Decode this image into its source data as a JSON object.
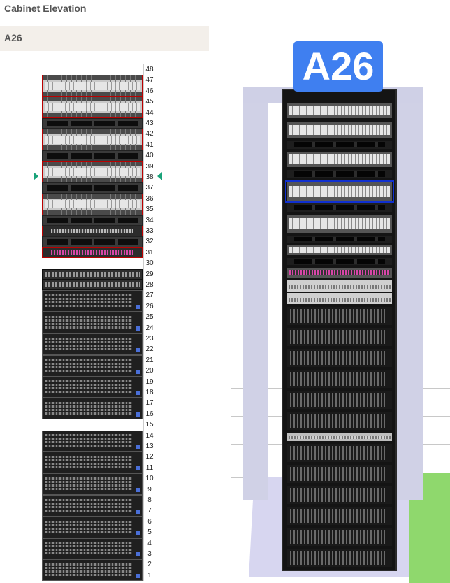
{
  "header": {
    "title": "Cabinet Elevation"
  },
  "cabinet": {
    "name": "A26"
  },
  "colors": {
    "marker": "#1aa37a",
    "selection_outline": "#1030d0",
    "badge": "#3f7ff0",
    "device_red_border": "#bb0000"
  },
  "rack_units": [
    "48",
    "47",
    "46",
    "45",
    "44",
    "43",
    "42",
    "41",
    "40",
    "39",
    "38",
    "37",
    "36",
    "35",
    "34",
    "33",
    "32",
    "31",
    "30",
    "29",
    "28",
    "27",
    "26",
    "25",
    "24",
    "23",
    "22",
    "21",
    "20",
    "19",
    "18",
    "17",
    "16",
    "15",
    "14",
    "13",
    "12",
    "11",
    "10",
    "9",
    "8",
    "7",
    "6",
    "5",
    "4",
    "3",
    "2",
    "1"
  ],
  "selected_unit": "38",
  "view3d": {
    "label": "A26"
  }
}
